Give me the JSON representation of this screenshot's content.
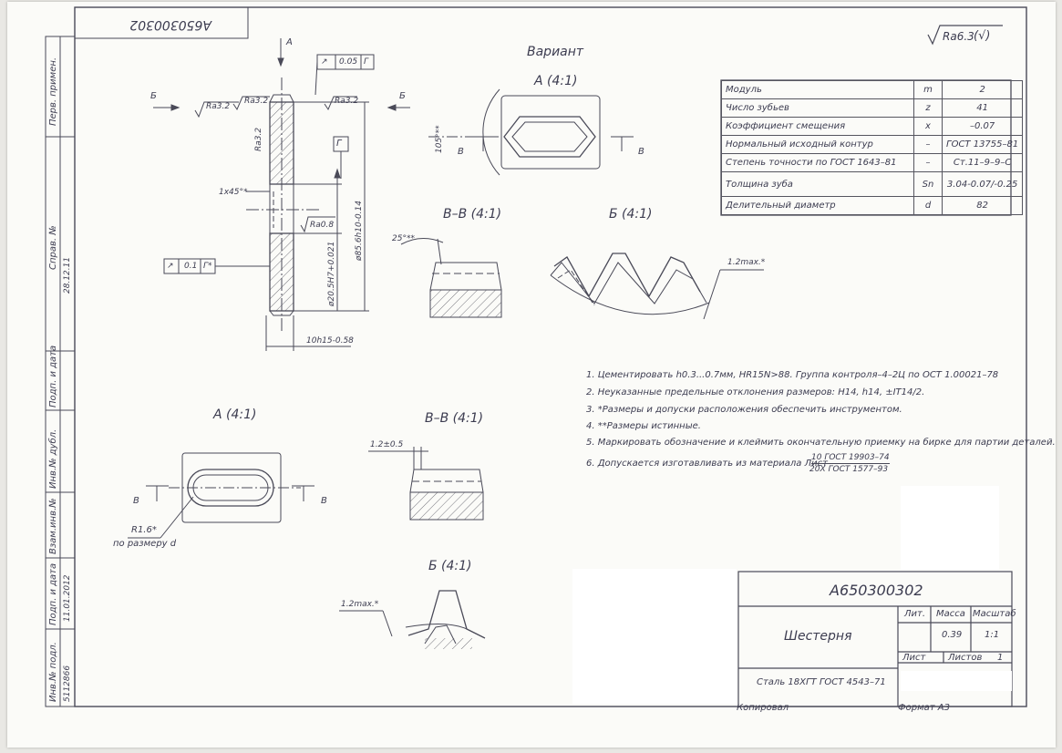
{
  "drawing_number": "А650300302",
  "drawing_number_corner": "А650300302",
  "roughness_general": "Ra6.3",
  "roughness_general_suffix": "(√)",
  "labels": {
    "variant": "Вариант",
    "view_a_top": "А (4:1)",
    "view_vv_top": "В–В (4:1)",
    "view_b_top": "Б (4:1)",
    "view_a_bottom": "А (4:1)",
    "view_vv_bottom": "В–В (4:1)",
    "view_b_bottom": "Б (4:1)"
  },
  "gear_section": {
    "arrow_a": "А",
    "arrow_b_left": "Б",
    "arrow_b_right": "Б",
    "tol_top_value": "0.05",
    "tol_top_datum": "Г",
    "tol_side_value": "0.1",
    "tol_side_datum": "Г*",
    "datum": "Г",
    "ra_left1": "Ra3.2",
    "ra_left2": "Ra3.2",
    "ra_right": "Ra3.2",
    "ra_side": "Ra3.2",
    "ra_bore": "Ra0.8",
    "chamfer": "1x45°*",
    "dim_outer": "ø85.6h10-0.14",
    "dim_bore": "ø20.5H7+0.021",
    "dim_width": "10h15-0.58"
  },
  "view_a_top": {
    "angle": "105°**",
    "mark_left": "В",
    "mark_right": "В"
  },
  "view_vv_top": {
    "angle": "25°**"
  },
  "view_b_top": {
    "dim": "1.2max.*"
  },
  "view_a_bottom": {
    "mark_left": "В",
    "mark_right": "В",
    "radius": "R1.6*",
    "radius_note": "по размеру d"
  },
  "view_vv_bottom": {
    "dim": "1.2±0.5"
  },
  "view_b_bottom": {
    "dim": "1.2max.*"
  },
  "params": [
    {
      "name": "Модуль",
      "symbol": "m",
      "value": "2"
    },
    {
      "name": "Число зубьев",
      "symbol": "z",
      "value": "41"
    },
    {
      "name": "Коэффициент смещения",
      "symbol": "x",
      "value": "–0.07"
    },
    {
      "name": "Нормальный исходный контур",
      "symbol": "–",
      "value": "ГОСТ 13755–81"
    },
    {
      "name": "Степень точности по ГОСТ 1643–81",
      "symbol": "–",
      "value": "Ст.11–9–9–С"
    },
    {
      "name": "Толщина зуба",
      "symbol": "Sn",
      "value": "3.04-0.07/-0.25"
    },
    {
      "name": "Делительный диаметр",
      "symbol": "d",
      "value": "82"
    }
  ],
  "notes": [
    "1. Цементировать h0.3...0.7мм, HR15N>88. Группа контроля–4–2Ц по ОСТ 1.00021–78",
    "2. Неуказанные предельные отклонения размеров: H14, h14, ±IT14/2.",
    "3. *Размеры и допуски расположения обеспечить инструментом.",
    "4. **Размеры истинные.",
    "5. Маркировать обозначение и клеймить окончательную приемку на бирке для партии деталей.",
    "6. Допускается изготавливать из материала Лист"
  ],
  "note6_numerator": "10 ГОСТ 19903–74",
  "note6_denominator": "20Х ГОСТ 1577–93",
  "title_block": {
    "number": "А650300302",
    "name": "Шестерня",
    "material": "Сталь 18ХГТ ГОСТ 4543–71",
    "lit_label": "Лит.",
    "mass_label": "Масса",
    "scale_label": "Масштаб",
    "mass": "0.39",
    "scale": "1:1",
    "sheet_label": "Лист",
    "sheets_label": "Листов",
    "sheets": "1",
    "copied": "Копировал",
    "format": "Формат А3"
  },
  "side_strip": {
    "perv_primen": "Перв. примен.",
    "sprav": "Справ. №",
    "podp_data_1": "Подп. и дата",
    "inv_dubl": "Инв.№ дубл.",
    "vzam_inv": "Взам.инв.№",
    "podp_data_2": "Подп. и дата",
    "inv_podl": "Инв.№ подл.",
    "inv_podl_value": "5112866",
    "date_value": "11.01.2012",
    "sign_value": "28.12.11"
  }
}
